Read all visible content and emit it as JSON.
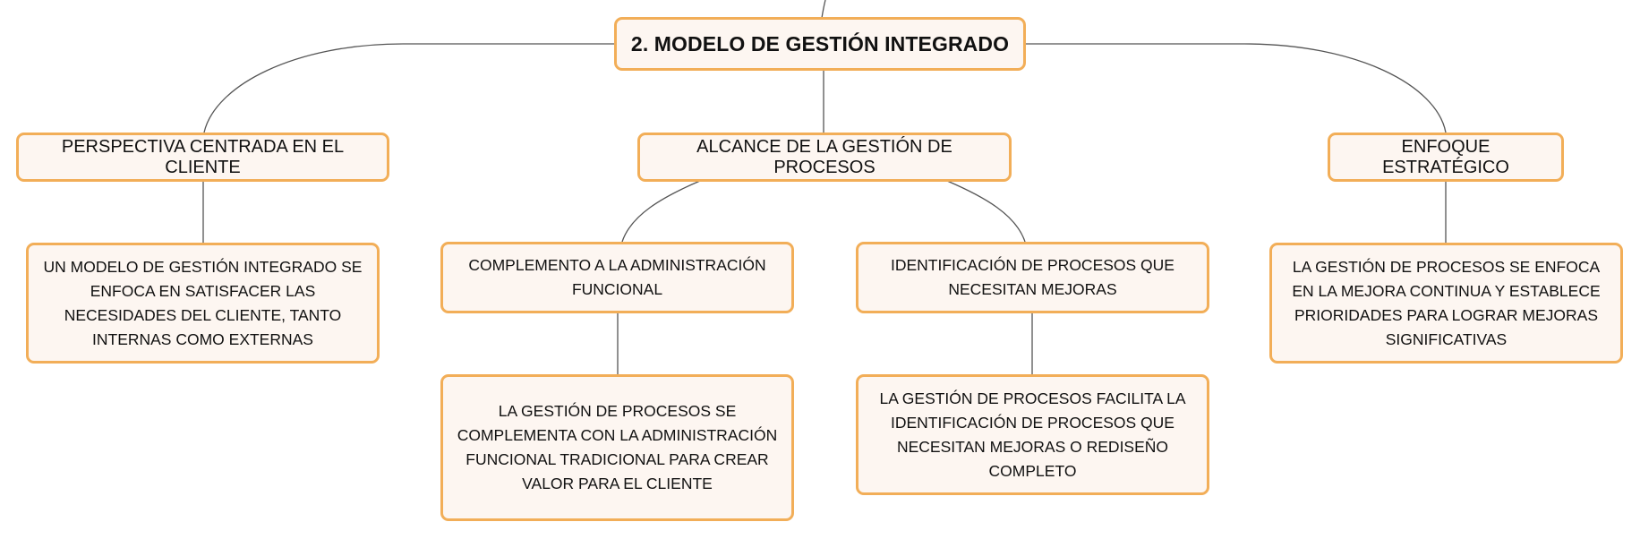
{
  "diagram": {
    "root": {
      "label": "2. MODELO DE GESTIÓN INTEGRADO"
    },
    "branches": {
      "cliente": {
        "label": "PERSPECTIVA CENTRADA EN EL CLIENTE",
        "detail": "UN MODELO DE GESTIÓN INTEGRADO SE ENFOCA EN SATISFACER LAS NECESIDADES DEL CLIENTE, TANTO INTERNAS COMO EXTERNAS"
      },
      "alcance": {
        "label": "ALCANCE DE LA GESTIÓN DE PROCESOS",
        "complemento": {
          "label": "COMPLEMENTO A LA ADMINISTRACIÓN FUNCIONAL",
          "detail": "LA GESTIÓN DE PROCESOS SE COMPLEMENTA CON LA ADMINISTRACIÓN FUNCIONAL TRADICIONAL PARA CREAR VALOR PARA EL CLIENTE"
        },
        "identificacion": {
          "label": "IDENTIFICACIÓN DE PROCESOS QUE NECESITAN MEJORAS",
          "detail": "LA GESTIÓN DE PROCESOS FACILITA LA IDENTIFICACIÓN DE PROCESOS QUE NECESITAN MEJORAS O REDISEÑO COMPLETO"
        }
      },
      "estrategico": {
        "label": "ENFOQUE ESTRATÉGICO",
        "detail": "LA GESTIÓN DE PROCESOS SE ENFOCA EN LA MEJORA CONTINUA Y ESTABLECE PRIORIDADES PARA LOGRAR MEJORAS SIGNIFICATIVAS"
      }
    },
    "colors": {
      "node_border": "#f2ae58",
      "node_fill": "#fdf6f1",
      "connector": "#555555",
      "text": "#111111"
    }
  }
}
